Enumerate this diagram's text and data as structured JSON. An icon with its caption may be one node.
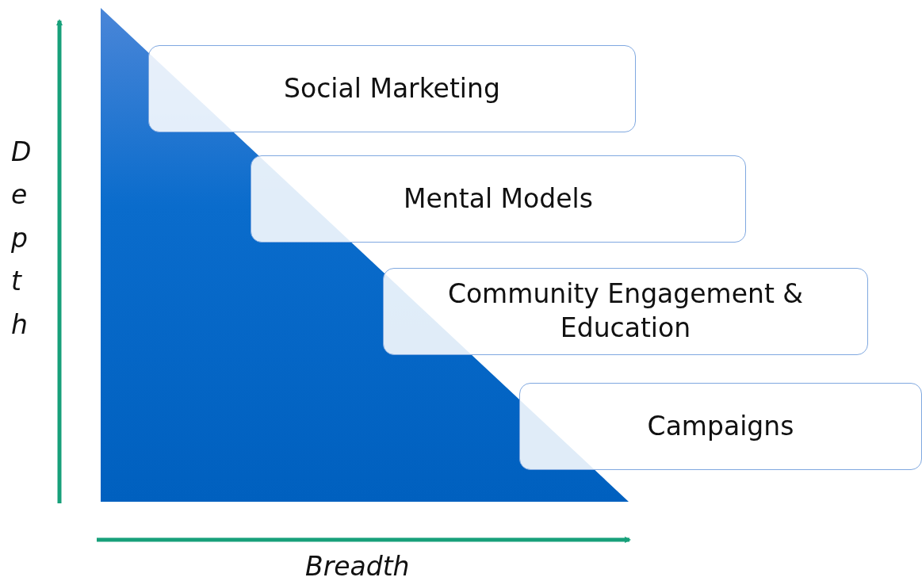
{
  "diagram": {
    "nodes": [
      {
        "text": [
          "Social Marketing"
        ]
      },
      {
        "text": [
          "Mental Models"
        ]
      },
      {
        "text": [
          "Community Engagement & Education"
        ]
      },
      {
        "text": [
          "Campaigns"
        ]
      }
    ],
    "labels": [
      "Depth",
      "Breadth"
    ]
  }
}
